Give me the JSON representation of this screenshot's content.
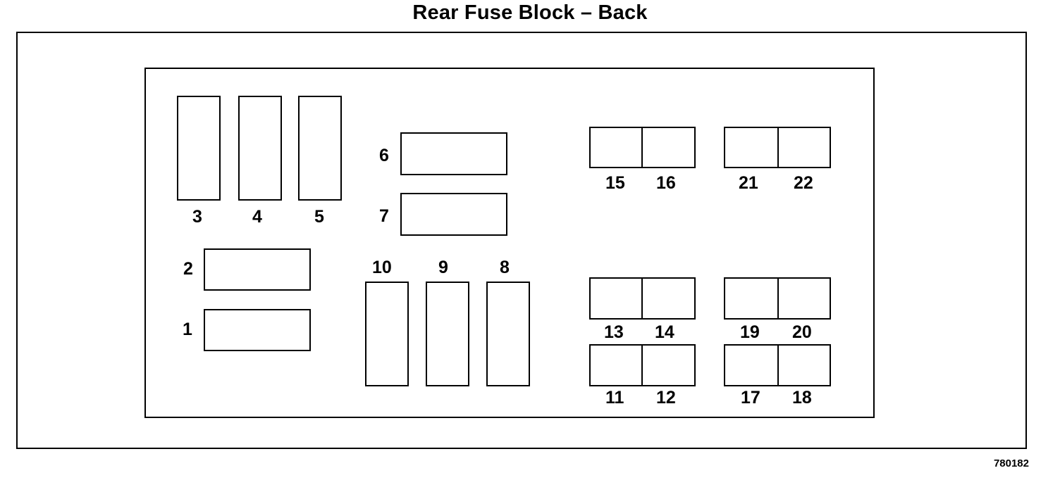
{
  "title": "Rear Fuse Block – Back",
  "ref_code": "780182",
  "slots": [
    "1",
    "2",
    "3",
    "4",
    "5",
    "6",
    "7",
    "8",
    "9",
    "10",
    "11",
    "12",
    "13",
    "14",
    "15",
    "16",
    "17",
    "18",
    "19",
    "20",
    "21",
    "22"
  ]
}
